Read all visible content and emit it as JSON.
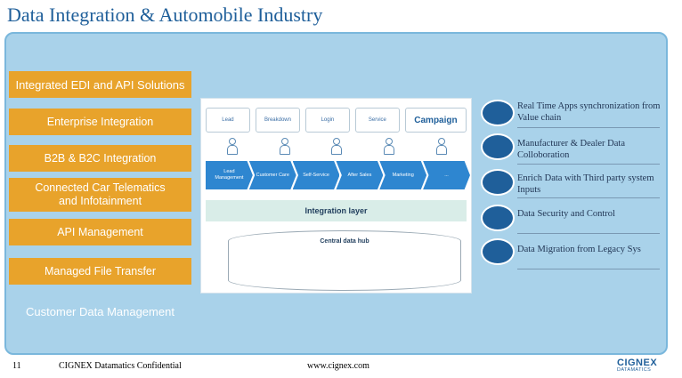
{
  "title": "Data Integration & Automobile Industry",
  "left_panel": {
    "header": "Integrated EDI and API Solutions",
    "items": [
      "Enterprise Integration",
      "B2B & B2C Integration",
      "Connected Car Telematics and Infotainment",
      "API Management",
      "Managed File Transfer",
      "Customer Data Management"
    ]
  },
  "diagram": {
    "tiles": [
      "Lead",
      "Breakdown",
      "Login",
      "Service",
      "Campaign"
    ],
    "chevrons": [
      "Lead Management",
      "Customer Care",
      "Self-Service",
      "After Sales",
      "Marketing",
      "..."
    ],
    "integration_layer": "Integration layer",
    "hub": "Central data hub"
  },
  "benefits": [
    "Real Time Apps synchronization from Value chain",
    "Manufacturer & Dealer Data Colloboration",
    "Enrich Data with Third party system Inputs",
    "Data Security and Control",
    "Data Migration from Legacy Sys"
  ],
  "footer": {
    "page": "11",
    "confidential": "CIGNEX Datamatics Confidential",
    "url": "www.cignex.com",
    "logo_name": "CIGNEX",
    "logo_sub": "DATAMATICS"
  },
  "colors": {
    "accent_orange": "#e8a32b",
    "panel_blue": "#a9d2ea",
    "circle_navy": "#1f5f9a",
    "chevron_blue": "#2e86d0"
  }
}
